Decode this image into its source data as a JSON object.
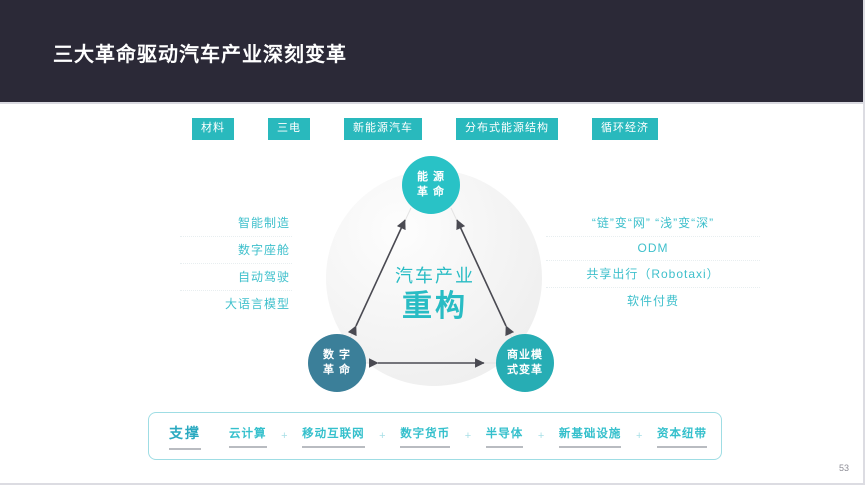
{
  "header": {
    "title": "三大革命驱动汽车产业深刻变革"
  },
  "tags": [
    {
      "label": "材料"
    },
    {
      "label": "三电"
    },
    {
      "label": "新能源汽车"
    },
    {
      "label": "分布式能源结构"
    },
    {
      "label": "循环经济"
    }
  ],
  "diagram": {
    "center": {
      "line1": "汽车产业",
      "line2": "重构"
    },
    "nodes": {
      "energy": {
        "line1": "能 源",
        "line2": "革 命",
        "color": "#29c2c6"
      },
      "digital": {
        "line1": "数 字",
        "line2": "革 命",
        "color": "#3b7f99"
      },
      "business": {
        "line1": "商业模",
        "line2": "式变革",
        "color": "#27adb4"
      }
    },
    "arrow_color": "#4a4a52"
  },
  "left_list": [
    {
      "label": "智能制造"
    },
    {
      "label": "数字座舱"
    },
    {
      "label": "自动驾驶"
    },
    {
      "label": "大语言模型"
    }
  ],
  "right_list": [
    {
      "label": "“链”变“网”   “浅”变“深”"
    },
    {
      "label": "ODM"
    },
    {
      "label": "共享出行（Robotaxi）"
    },
    {
      "label": "软件付费"
    }
  ],
  "support": {
    "label": "支撑",
    "separator": "+",
    "items": [
      {
        "label": "云计算"
      },
      {
        "label": "移动互联网"
      },
      {
        "label": "数字货币"
      },
      {
        "label": "半导体"
      },
      {
        "label": "新基础设施"
      },
      {
        "label": "资本纽带"
      }
    ]
  },
  "footer": {
    "page_number": "53"
  },
  "colors": {
    "header_bg": "#2b2937",
    "teal": "#29b9bd",
    "teal_light": "#3fc0cc",
    "slate": "#3b7f99"
  }
}
